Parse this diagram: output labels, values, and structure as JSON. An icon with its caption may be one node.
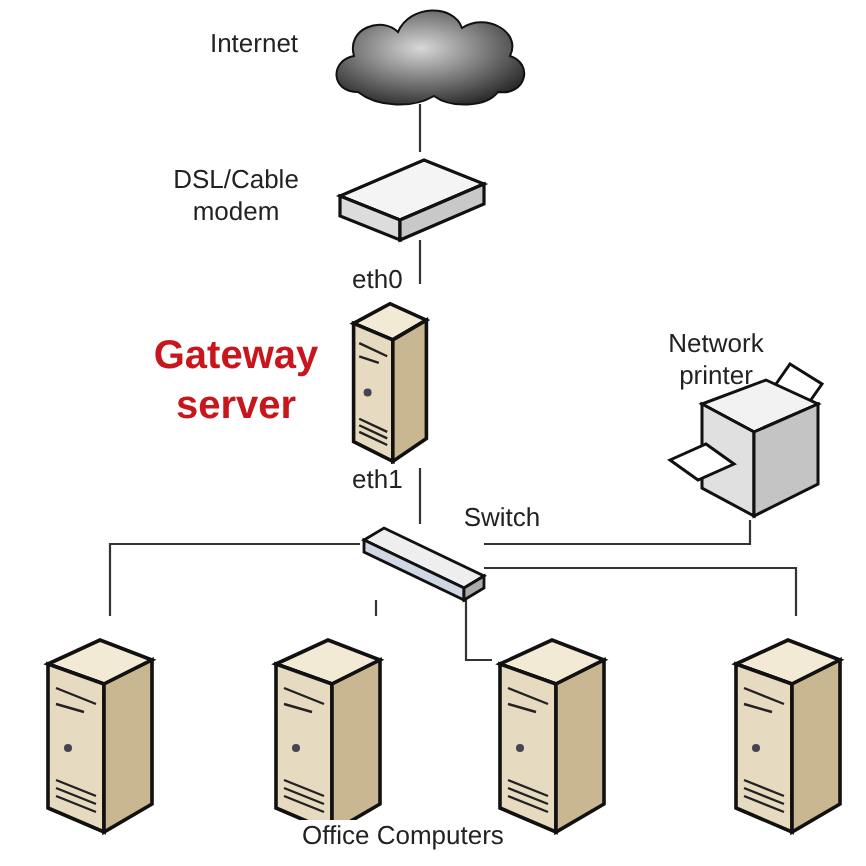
{
  "diagram": {
    "nodes": [
      {
        "text": [],
        "shape": "cloud",
        "beside": [
          "Internet"
        ]
      },
      {
        "text": [],
        "shape": "modem",
        "beside": [
          "DSL/Cable modem"
        ]
      },
      {
        "text": [],
        "shape": "server",
        "beside": [
          "Gateway server"
        ]
      },
      {
        "text": [],
        "shape": "switch",
        "beside": [
          "Switch"
        ]
      },
      {
        "text": [],
        "shape": "printer",
        "beside": [
          "Network printer"
        ]
      },
      {
        "text": [],
        "shape": "server"
      },
      {
        "text": [],
        "shape": "server"
      },
      {
        "text": [],
        "shape": "server"
      },
      {
        "text": [],
        "shape": "server"
      }
    ],
    "edges": [
      {
        "from": 0,
        "to": 1,
        "arrow": "none"
      },
      {
        "from": 1,
        "to": 2,
        "arrow": "none",
        "label": "eth0"
      },
      {
        "from": 2,
        "to": 3,
        "arrow": "none",
        "label": "eth1"
      },
      {
        "from": 3,
        "to": 4,
        "arrow": "none"
      },
      {
        "from": 3,
        "to": 5,
        "arrow": "none"
      },
      {
        "from": 3,
        "to": 6,
        "arrow": "none"
      },
      {
        "from": 3,
        "to": 7,
        "arrow": "none"
      },
      {
        "from": 3,
        "to": 8,
        "arrow": "none"
      }
    ],
    "labels": [
      "Office Computers"
    ]
  }
}
